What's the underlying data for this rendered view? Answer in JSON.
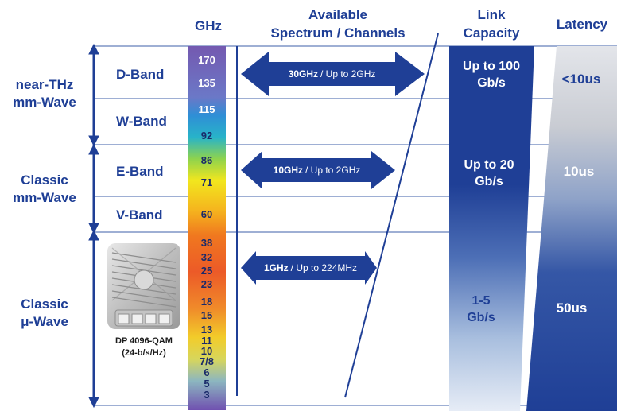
{
  "headers": {
    "ghz": "GHz",
    "spectrum_line1": "Available",
    "spectrum_line2": "Spectrum / Channels",
    "capacity_line1": "Link",
    "capacity_line2": "Capacity",
    "latency": "Latency"
  },
  "groups": [
    {
      "line1": "near-THz",
      "line2": "mm-Wave"
    },
    {
      "line1": "Classic",
      "line2": "mm-Wave"
    },
    {
      "line1": "Classic",
      "line2": "μ-Wave"
    }
  ],
  "bands": [
    "D-Band",
    "W-Band",
    "E-Band",
    "V-Band"
  ],
  "frequencies": [
    "170",
    "135",
    "115",
    "92",
    "86",
    "71",
    "60",
    "38",
    "32",
    "25",
    "23",
    "18",
    "15",
    "13",
    "11",
    "10",
    "7/8",
    "6",
    "5",
    "3"
  ],
  "spectrum": [
    {
      "bandwidth": "30GHz",
      "channels": " / Up to 2GHz"
    },
    {
      "bandwidth": "10GHz",
      "channels": " / Up to 2GHz"
    },
    {
      "bandwidth": "1GHz",
      "channels": " / Up to 224MHz"
    }
  ],
  "capacity": [
    {
      "line1": "Up to 100",
      "line2": "Gb/s"
    },
    {
      "line1": "Up to 20",
      "line2": "Gb/s"
    },
    {
      "line1": "1-5",
      "line2": "Gb/s"
    }
  ],
  "latency_values": [
    "<10us",
    "10us",
    "50us"
  ],
  "device": {
    "line1": "DP 4096-QAM",
    "line2": "(24-b/s/Hz)"
  },
  "colors": {
    "brand_blue": "#1f3f96",
    "light_blue": "#7ea6d8",
    "grey": "#c8cbd2"
  }
}
